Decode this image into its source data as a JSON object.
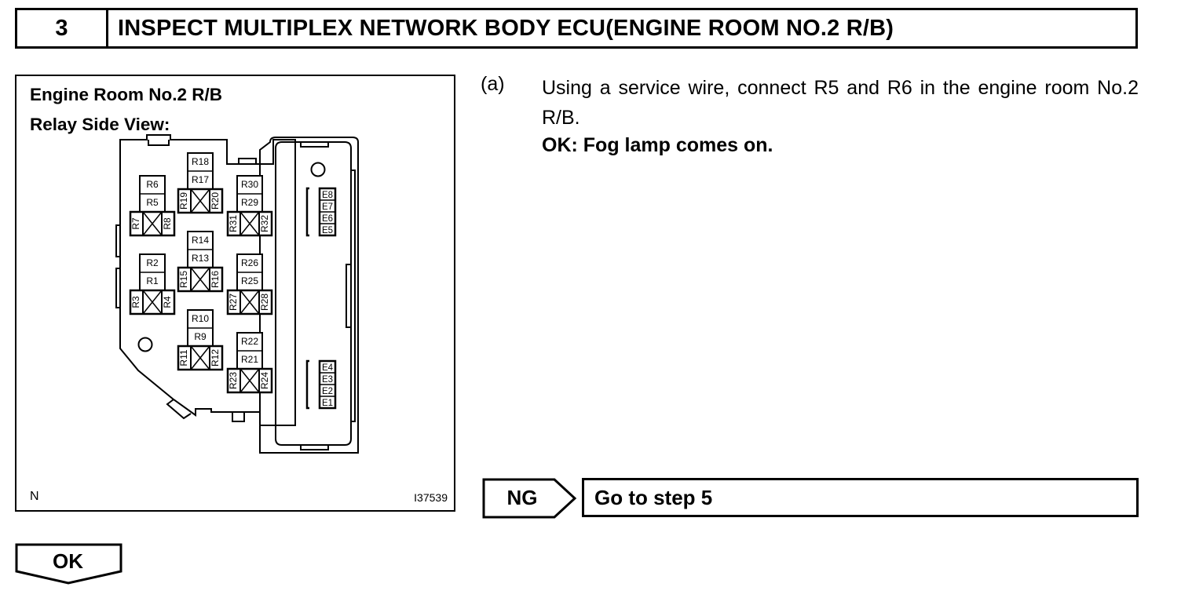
{
  "header": {
    "step_number": "3",
    "title": "INSPECT MULTIPLEX NETWORK BODY ECU(ENGINE ROOM NO.2 R/B)"
  },
  "figure": {
    "title_line1": "Engine Room No.2 R/B",
    "title_line2": "Relay Side View:",
    "corner_left": "N",
    "figure_id": "I37539",
    "relay_labels": {
      "r1": "R1",
      "r2": "R2",
      "r3": "R3",
      "r4": "R4",
      "r5": "R5",
      "r6": "R6",
      "r7": "R7",
      "r8": "R8",
      "r9": "R9",
      "r10": "R10",
      "r11": "R11",
      "r12": "R12",
      "r13": "R13",
      "r14": "R14",
      "r15": "R15",
      "r16": "R16",
      "r17": "R17",
      "r18": "R18",
      "r19": "R19",
      "r20": "R20",
      "r21": "R21",
      "r22": "R22",
      "r23": "R23",
      "r24": "R24",
      "r25": "R25",
      "r26": "R26",
      "r27": "R27",
      "r28": "R28",
      "r29": "R29",
      "r30": "R30",
      "r31": "R31",
      "r32": "R32"
    },
    "connector_labels": {
      "e1": "E1",
      "e2": "E2",
      "e3": "E3",
      "e4": "E4",
      "e5": "E5",
      "e6": "E6",
      "e7": "E7",
      "e8": "E8"
    }
  },
  "instruction": {
    "marker": "(a)",
    "text": "Using a service wire, connect R5 and R6 in the engine room No.2 R/B.",
    "result": "OK: Fog lamp comes on."
  },
  "ng": {
    "label": "NG",
    "action": "Go to step 5"
  },
  "ok": {
    "label": "OK"
  }
}
